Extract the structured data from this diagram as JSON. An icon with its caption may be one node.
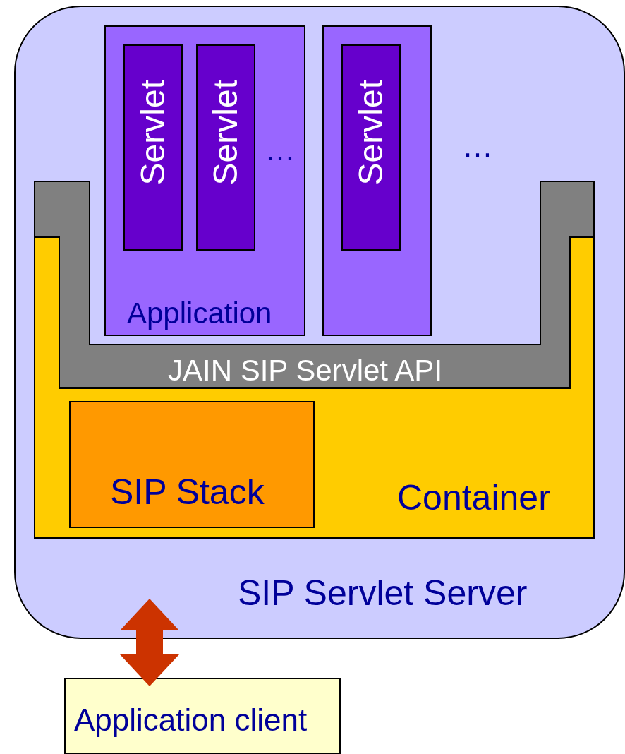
{
  "diagram": {
    "nodes": [
      {
        "text": [
          "SIP Servlet Server"
        ]
      },
      {
        "text": [
          "Application"
        ],
        "in": 0
      },
      {
        "text": [
          "Servlet"
        ],
        "in": 1
      },
      {
        "text": [
          "Servlet"
        ],
        "in": 1
      },
      {
        "text": [],
        "shape": "box",
        "in": 0
      },
      {
        "text": [
          "Servlet"
        ],
        "in": 4
      },
      {
        "text": [
          "JAIN SIP Servlet API"
        ],
        "in": 0
      },
      {
        "text": [
          "Container"
        ],
        "in": 0
      },
      {
        "text": [
          "SIP Stack"
        ],
        "in": 7
      },
      {
        "text": [
          "Application client"
        ]
      }
    ],
    "edges": [
      {
        "from": 0,
        "to": 9,
        "arrow": "both",
        "color": "#cc3300"
      }
    ],
    "labels": [
      "…",
      "…"
    ]
  }
}
